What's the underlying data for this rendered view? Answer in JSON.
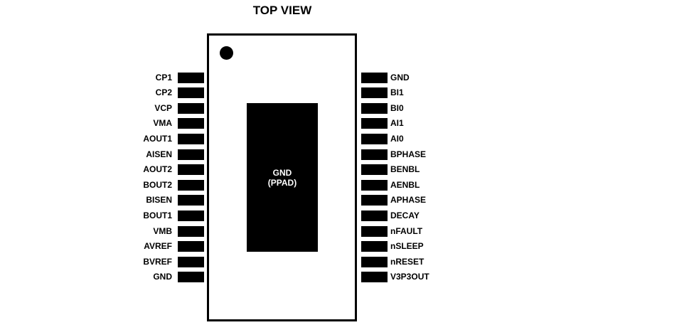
{
  "title": "TOP VIEW",
  "thermal_pad": {
    "line1": "GND",
    "line2": "(PPAD)"
  },
  "left_pins": [
    "CP1",
    "CP2",
    "VCP",
    "VMA",
    "AOUT1",
    "AISEN",
    "AOUT2",
    "BOUT2",
    "BISEN",
    "BOUT1",
    "VMB",
    "AVREF",
    "BVREF",
    "GND"
  ],
  "right_pins": [
    "GND",
    "BI1",
    "BI0",
    "AI1",
    "AI0",
    "BPHASE",
    "BENBL",
    "AENBL",
    "APHASE",
    "DECAY",
    "nFAULT",
    "nSLEEP",
    "nRESET",
    "V3P3OUT"
  ]
}
